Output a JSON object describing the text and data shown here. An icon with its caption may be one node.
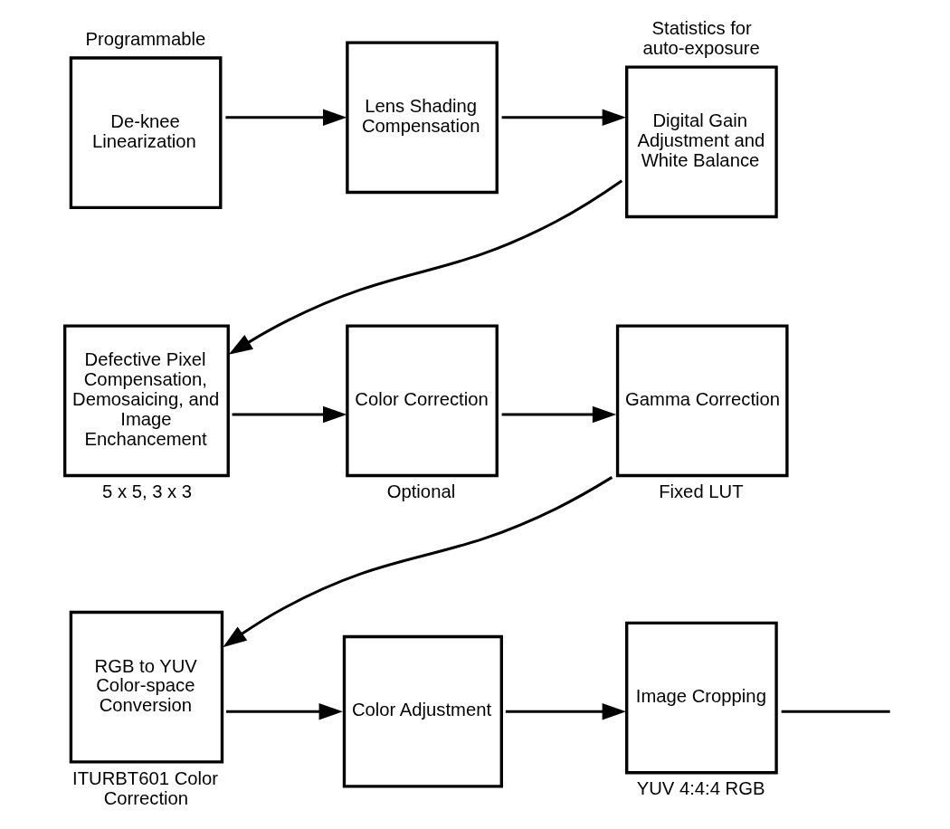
{
  "diagram": {
    "nodes": [
      {
        "text": [
          "De-knee Linearization"
        ],
        "beside": [
          "Programmable"
        ]
      },
      {
        "text": [
          "Lens Shading Compensation"
        ]
      },
      {
        "text": [
          "Digital Gain Adjustment and White Balance"
        ],
        "beside": [
          "Statistics for auto-exposure"
        ]
      },
      {
        "text": [
          "Defective Pixel Compensation, Demosaicing, and Image Enchancement"
        ],
        "beside": [
          "5 x 5, 3 x 3"
        ]
      },
      {
        "text": [
          "Color Correction"
        ],
        "beside": [
          "Optional"
        ]
      },
      {
        "text": [
          "Gamma Correction"
        ],
        "beside": [
          "Fixed LUT"
        ]
      },
      {
        "text": [
          "RGB to YUV Color-space Conversion"
        ],
        "beside": [
          "ITURBT601 Color Correction"
        ]
      },
      {
        "text": [
          "Color Adjustment"
        ]
      },
      {
        "text": [
          "Image Cropping"
        ],
        "beside": [
          "YUV 4:4:4 RGB"
        ]
      }
    ],
    "edges": [
      {
        "from": 0,
        "to": 1,
        "arrow": "to"
      },
      {
        "from": 1,
        "to": 2,
        "arrow": "to"
      },
      {
        "from": 2,
        "to": 3,
        "arrow": "to"
      },
      {
        "from": 3,
        "to": 4,
        "arrow": "to"
      },
      {
        "from": 4,
        "to": 5,
        "arrow": "to"
      },
      {
        "from": 5,
        "to": 6,
        "arrow": "to"
      },
      {
        "from": 6,
        "to": 7,
        "arrow": "to"
      },
      {
        "from": 7,
        "to": 8,
        "arrow": "to"
      },
      {
        "from": 8,
        "to": null,
        "arrow": "none"
      }
    ]
  }
}
